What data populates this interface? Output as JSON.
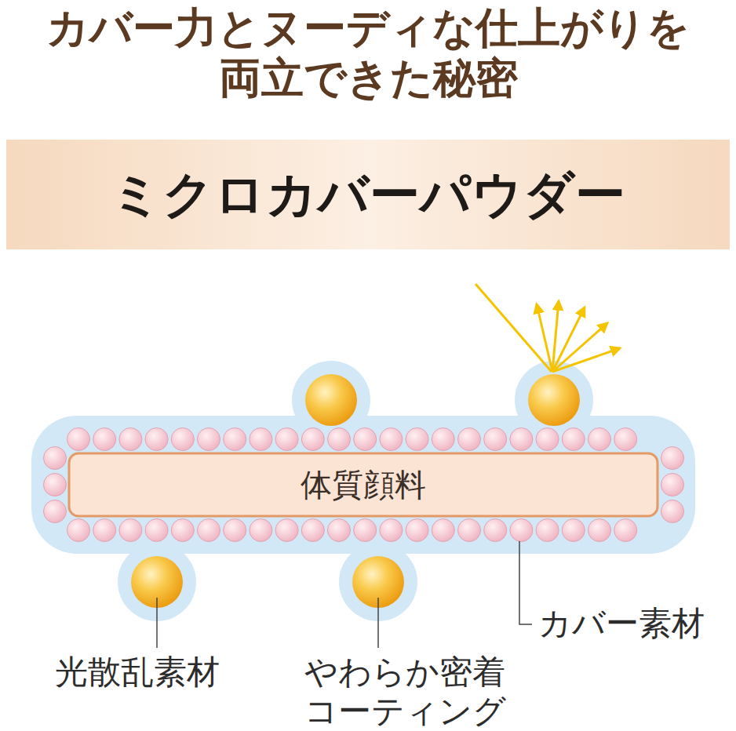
{
  "diagram": {
    "title": "カバー力とヌーディな仕上がりを 両立できた秘密",
    "nodes": [
      {
        "text": [
          "ミクロカバーパウダー"
        ]
      },
      {
        "text": [
          "体質顔料"
        ]
      }
    ],
    "labels": [
      "光散乱素材",
      "やわらか密着 コーティング",
      "カバー素材"
    ]
  }
}
